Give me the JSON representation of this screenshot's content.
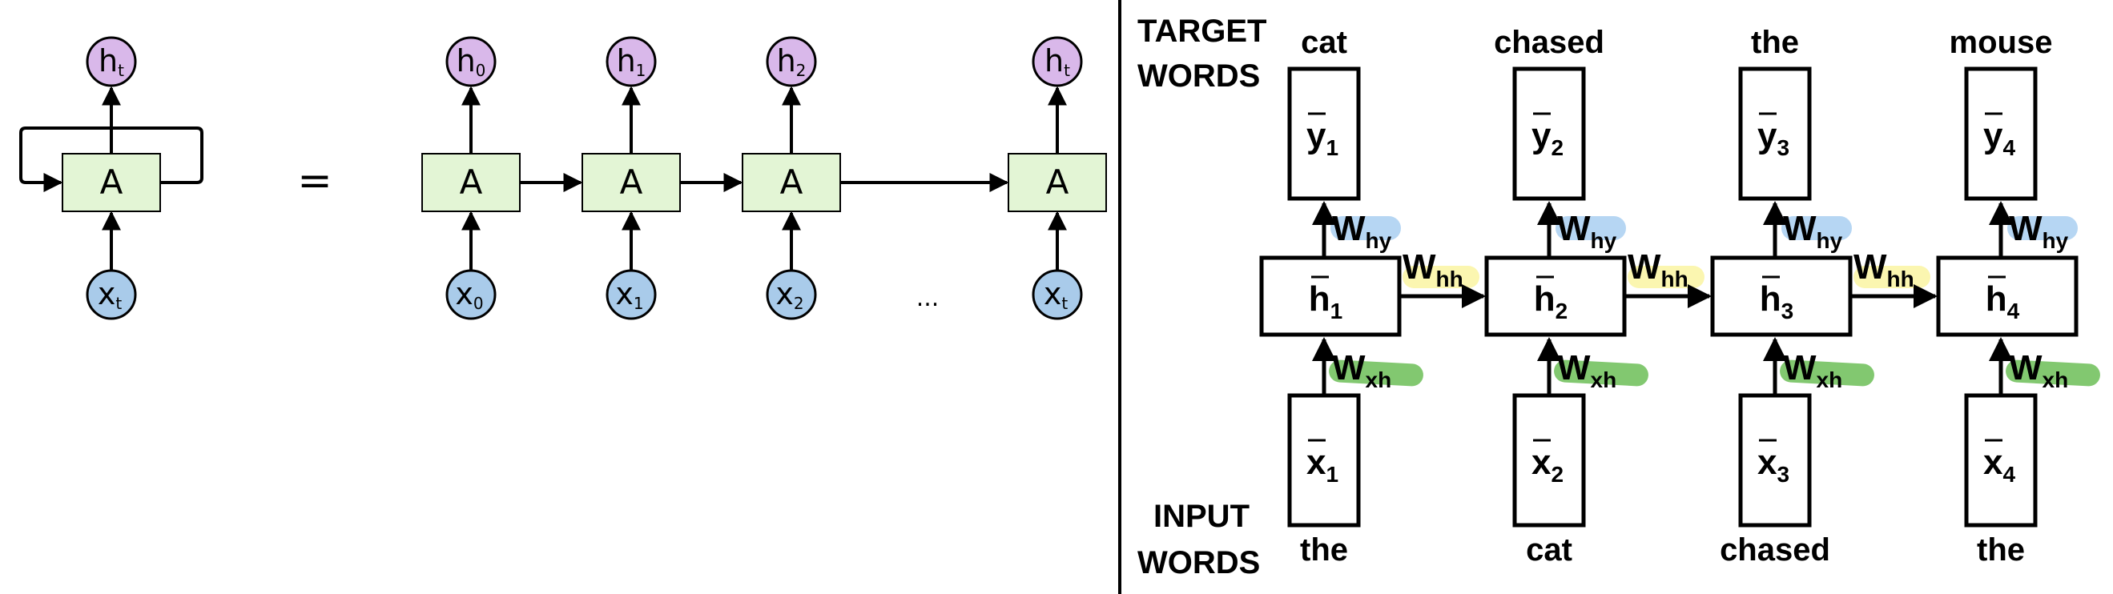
{
  "left": {
    "hidden_top": {
      "base": "h",
      "sub": "t"
    },
    "cell_label": "A",
    "input_bottom": {
      "base": "x",
      "sub": "t"
    },
    "equals": "=",
    "ellipsis": "...",
    "unrolled_outputs": [
      {
        "base": "h",
        "sub": "0"
      },
      {
        "base": "h",
        "sub": "1"
      },
      {
        "base": "h",
        "sub": "2"
      },
      {
        "base": "h",
        "sub": "t"
      }
    ],
    "unrolled_inputs": [
      {
        "base": "x",
        "sub": "0"
      },
      {
        "base": "x",
        "sub": "1"
      },
      {
        "base": "x",
        "sub": "2"
      },
      {
        "base": "x",
        "sub": "t"
      }
    ]
  },
  "right": {
    "target_heading": [
      "TARGET",
      "WORDS"
    ],
    "input_heading": [
      "INPUT",
      "WORDS"
    ],
    "target_words": [
      "cat",
      "chased",
      "the",
      "mouse"
    ],
    "input_words": [
      "the",
      "cat",
      "chased",
      "the"
    ],
    "y_boxes": [
      {
        "base": "y",
        "sub": "1"
      },
      {
        "base": "y",
        "sub": "2"
      },
      {
        "base": "y",
        "sub": "3"
      },
      {
        "base": "y",
        "sub": "4"
      }
    ],
    "h_boxes": [
      {
        "base": "h",
        "sub": "1"
      },
      {
        "base": "h",
        "sub": "2"
      },
      {
        "base": "h",
        "sub": "3"
      },
      {
        "base": "h",
        "sub": "4"
      }
    ],
    "x_boxes": [
      {
        "base": "x",
        "sub": "1"
      },
      {
        "base": "x",
        "sub": "2"
      },
      {
        "base": "x",
        "sub": "3"
      },
      {
        "base": "x",
        "sub": "4"
      }
    ],
    "weights": {
      "why": {
        "base": "W",
        "sub": "hy"
      },
      "whh": {
        "base": "W",
        "sub": "hh"
      },
      "wxh": {
        "base": "W",
        "sub": "xh"
      }
    }
  },
  "colors": {
    "hidden_fill": "#d9b8ea",
    "input_fill": "#a9cbea",
    "cell_fill": "#e3f5d5",
    "stroke": "#000000",
    "why_highlight": "#b6d6f3",
    "whh_highlight": "#fbf6b0",
    "wxh_highlight": "#82c870"
  }
}
